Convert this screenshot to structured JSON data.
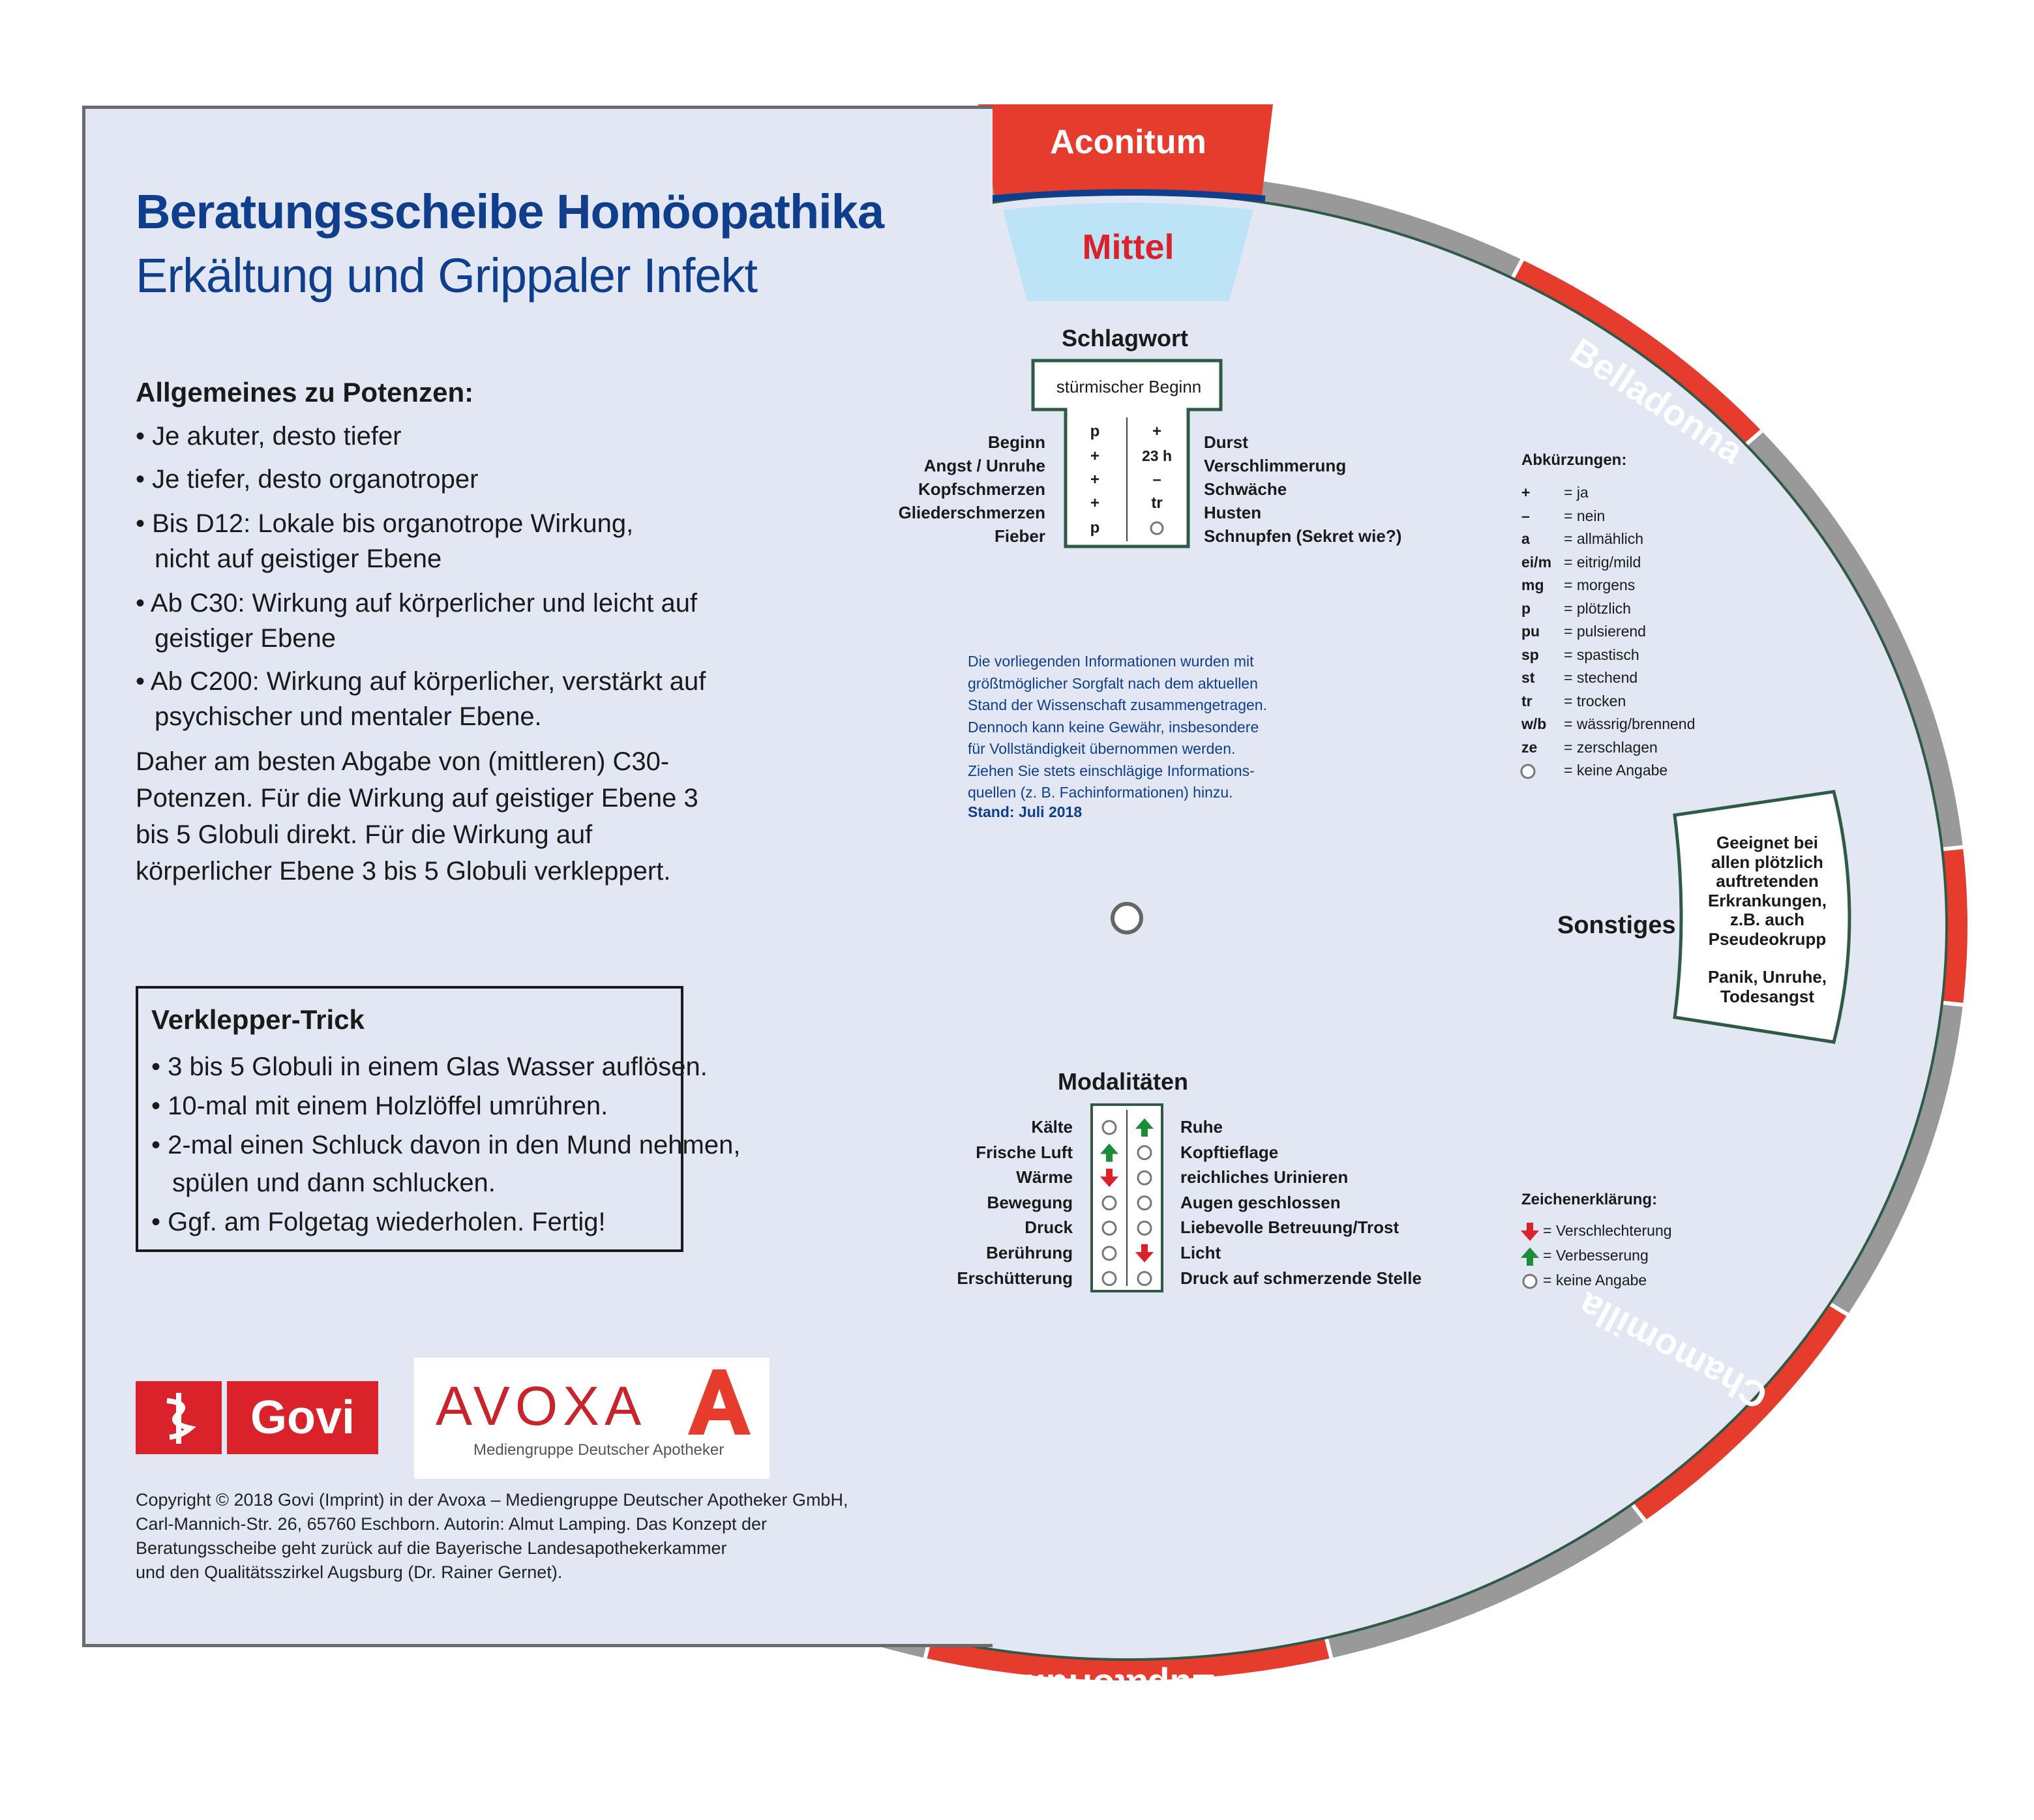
{
  "title": "Beratungsscheibe Homöopathika",
  "subtitle": "Erkältung und Grippaler Infekt",
  "potenzen": {
    "heading": "Allgemeines zu Potenzen:",
    "bullets": [
      "• Je akuter, desto tiefer",
      "• Je tiefer, desto organotroper",
      "• Bis D12: Lokale bis organotrope Wirkung,",
      "nicht auf geistiger Ebene",
      "• Ab C30: Wirkung auf körperlicher und leicht auf",
      "geistiger Ebene",
      "• Ab C200: Wirkung auf körperlicher, verstärkt auf",
      "psychischer und mentaler Ebene."
    ],
    "paragraph": "Daher am besten Abgabe von (mittleren) C30-Potenzen. Für die Wirkung auf geistiger Ebene 3 bis 5 Globuli direkt. Für die Wirkung auf körperlicher Ebene 3 bis 5 Globuli verkleppert."
  },
  "trick": {
    "heading": "Verklepper-Trick",
    "items": [
      "• 3 bis 5 Globuli in einem Glas Wasser auflösen.",
      "• 10-mal mit einem Holzlöffel umrühren.",
      "• 2-mal einen Schluck davon in den Mund nehmen,",
      "spülen und dann schlucken.",
      "• Ggf. am Folgetag wiederholen. Fertig!"
    ]
  },
  "logos": {
    "govi": "Govi",
    "avoxa": "AVOXA",
    "avoxa_sub": "Mediengruppe Deutscher Apotheker"
  },
  "copyright": [
    "Copyright © 2018 Govi (Imprint) in der Avoxa – Mediengruppe Deutscher Apotheker GmbH,",
    "Carl-Mannich-Str. 26, 65760 Eschborn. Autorin: Almut Lamping. Das Konzept der",
    "Beratungsscheibe geht zurück auf die Bayerische Landesapothekerkammer",
    "und den Qualitätsszirkel Augsburg (Dr. Rainer Gernet)."
  ],
  "wheel": {
    "window_label": "Mittel",
    "current_remedy": "Aconitum",
    "rim_labels": [
      "Belladonna",
      "Chamomilla",
      "Eupatorium"
    ],
    "colors": {
      "red": "#e53c2e",
      "gray": "#999999",
      "face": "#e3e7f4",
      "blue": "#0f3f8c",
      "window": "#bde3f6",
      "green_border": "#2f5a46"
    }
  },
  "schlagwort": {
    "heading": "Schlagwort",
    "value": "stürmischer Beginn",
    "left_labels": [
      "Beginn",
      "Angst / Unruhe",
      "Kopfschmerzen",
      "Gliederschmerzen",
      "Fieber"
    ],
    "left_values": [
      "p",
      "+",
      "+",
      "+",
      "p"
    ],
    "right_values": [
      "+",
      "23 h",
      "–",
      "tr",
      "○"
    ],
    "right_labels": [
      "Durst",
      "Verschlimmerung",
      "Schwäche",
      "Husten",
      "Schnupfen (Sekret wie?)"
    ]
  },
  "disclaimer": {
    "lines": [
      "Die vorliegenden Informationen wurden mit",
      "größtmöglicher Sorgfalt nach dem aktuellen",
      "Stand der Wissenschaft zusammengetragen.",
      "Dennoch kann keine Gewähr, insbesondere",
      "für Vollständigkeit übernommen werden.",
      "Ziehen Sie stets einschlägige Informations-",
      "quellen (z. B. Fachinformationen) hinzu."
    ],
    "date": "Stand: Juli 2018"
  },
  "abkuerzungen": {
    "heading": "Abkürzungen:",
    "items": [
      {
        "key": "+",
        "value": "= ja"
      },
      {
        "key": "–",
        "value": "= nein"
      },
      {
        "key": "a",
        "value": "= allmählich"
      },
      {
        "key": "ei/m",
        "value": "= eitrig/mild"
      },
      {
        "key": "mg",
        "value": "= morgens"
      },
      {
        "key": "p",
        "value": "= plötzlich"
      },
      {
        "key": "pu",
        "value": "= pulsierend"
      },
      {
        "key": "sp",
        "value": "= spastisch"
      },
      {
        "key": "st",
        "value": "= stechend"
      },
      {
        "key": "tr",
        "value": "= trocken"
      },
      {
        "key": "w/b",
        "value": "= wässrig/brennend"
      },
      {
        "key": "ze",
        "value": "= zerschlagen"
      },
      {
        "key": "circle",
        "value": "= keine Angabe"
      }
    ]
  },
  "sonstiges": {
    "heading": "Sonstiges",
    "text_lines": [
      "Geeignet bei",
      "allen plötzlich",
      "auftretenden",
      "Erkrankungen,",
      "z.B. auch",
      "Pseudeokrupp",
      "",
      "Panik, Unruhe,",
      "Todesangst"
    ]
  },
  "modalitaeten": {
    "heading": "Modalitäten",
    "left_labels": [
      "Kälte",
      "Frische Luft",
      "Wärme",
      "Bewegung",
      "Druck",
      "Berührung",
      "Erschütterung"
    ],
    "left_marks": [
      "none",
      "up",
      "down",
      "none",
      "none",
      "none",
      "none"
    ],
    "right_marks": [
      "up",
      "none",
      "none",
      "none",
      "none",
      "down",
      "none"
    ],
    "right_labels": [
      "Ruhe",
      "Kopftieflage",
      "reichliches Urinieren",
      "Augen geschlossen",
      "Liebevolle Betreuung/Trost",
      "Licht",
      "Druck auf schmerzende Stelle"
    ]
  },
  "zeichenerklaerung": {
    "heading": "Zeichenerklärung:",
    "items": [
      {
        "icon": "arrow-down",
        "text": "= Verschlechterung"
      },
      {
        "icon": "arrow-up",
        "text": "= Verbesserung"
      },
      {
        "icon": "circle",
        "text": "= keine Angabe"
      }
    ]
  }
}
